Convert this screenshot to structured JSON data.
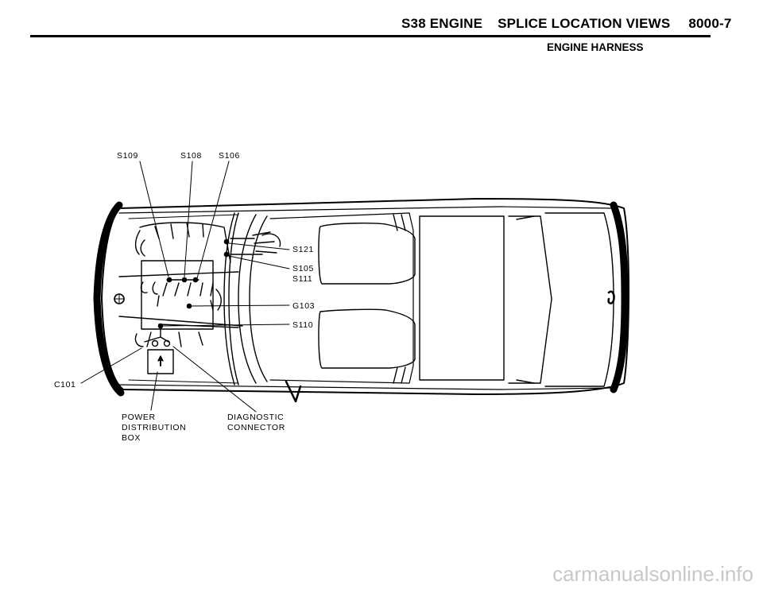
{
  "header": {
    "engine": "S38 ENGINE",
    "section": "SPLICE LOCATION VIEWS",
    "page": "8000-7",
    "subtitle": "ENGINE HARNESS"
  },
  "labels": {
    "s109": "S109",
    "s108": "S108",
    "s106": "S106",
    "s121": "S121",
    "s105": "S105",
    "s111": "S111",
    "g103": "G103",
    "s110": "S110",
    "c101": "C101",
    "power_box": [
      "POWER",
      "DISTRIBUTION",
      "BOX"
    ],
    "diagnostic": [
      "DIAGNOSTIC",
      "CONNECTOR"
    ]
  },
  "watermark": "carmanualsonline.info"
}
